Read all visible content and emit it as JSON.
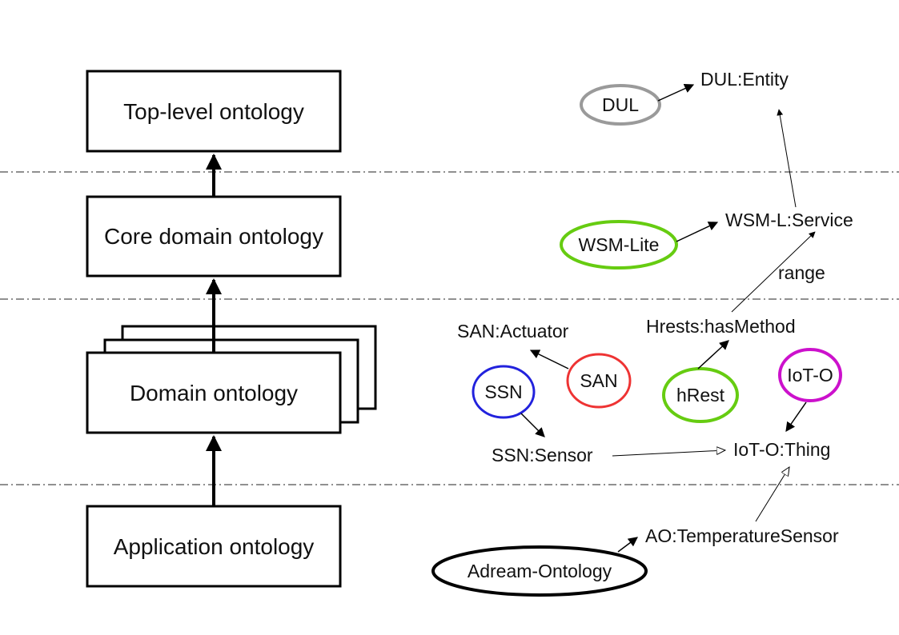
{
  "layers": {
    "top_level": "Top-level ontology",
    "core_domain": "Core domain ontology",
    "domain": "Domain ontology",
    "application": "Application ontology"
  },
  "ontologies": {
    "dul": "DUL",
    "wsm_lite": "WSM-Lite",
    "san": "SAN",
    "ssn": "SSN",
    "hrest": "hRest",
    "iot_o": "IoT-O",
    "adream": "Adream-Ontology"
  },
  "concepts": {
    "dul_entity": "DUL:Entity",
    "wsm_service": "WSM-L:Service",
    "range_label": "range",
    "hrests_has_method": "Hrests:hasMethod",
    "san_actuator": "SAN:Actuator",
    "ssn_sensor": "SSN:Sensor",
    "iot_thing": "IoT-O:Thing",
    "ao_temperature_sensor": "AO:TemperatureSensor"
  },
  "colors": {
    "dul": "#9a9a9a",
    "wsm_lite": "#66cc11",
    "san": "#ee3333",
    "ssn": "#2222dd",
    "hrest": "#66cc11",
    "iot_o": "#cc11cc",
    "adream": "#000000"
  }
}
